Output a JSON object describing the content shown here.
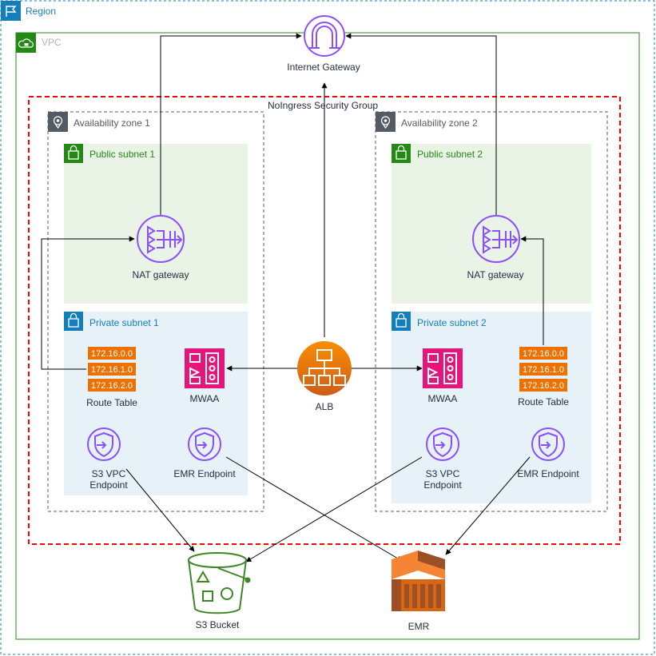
{
  "groups": {
    "region": "Region",
    "vpc": "VPC",
    "security_group": "NoIngress Security Group",
    "az1": "Availability zone 1",
    "az2": "Availability zone 2",
    "public_subnet_1": "Public subnet 1",
    "public_subnet_2": "Public subnet 2",
    "private_subnet_1": "Private subnet 1",
    "private_subnet_2": "Private subnet 2"
  },
  "nodes": {
    "internet_gateway": "Internet Gateway",
    "nat_gateway_1": "NAT gateway",
    "nat_gateway_2": "NAT gateway",
    "alb": "ALB",
    "mwaa_1": "MWAA",
    "mwaa_2": "MWAA",
    "route_table_1": "Route Table",
    "route_table_2": "Route Table",
    "s3_endpoint_1": [
      "S3 VPC",
      "Endpoint"
    ],
    "s3_endpoint_2": [
      "S3 VPC",
      "Endpoint"
    ],
    "emr_endpoint_1": "EMR Endpoint",
    "emr_endpoint_2": "EMR Endpoint",
    "s3_bucket": "S3 Bucket",
    "emr": "EMR"
  },
  "route_table_1_entries": [
    "172.16.0.0",
    "172.16.1.0",
    "172.16.2.0"
  ],
  "route_table_2_entries": [
    "172.16.0.0",
    "172.16.1.0",
    "172.16.2.0"
  ],
  "colors": {
    "region_border": "#147eba",
    "vpc_border": "#248814",
    "security_group_border": "#ff0000",
    "public_subnet_fill": "#e9f3e6",
    "public_subnet_label": "#248814",
    "private_subnet_fill": "#e6f2f8",
    "private_subnet_label": "#147eba",
    "network_purple": "#8c4fff",
    "compute_orange": "#ed7100",
    "storage_green": "#3f8624",
    "mwaa_pink": "#e7157b"
  }
}
